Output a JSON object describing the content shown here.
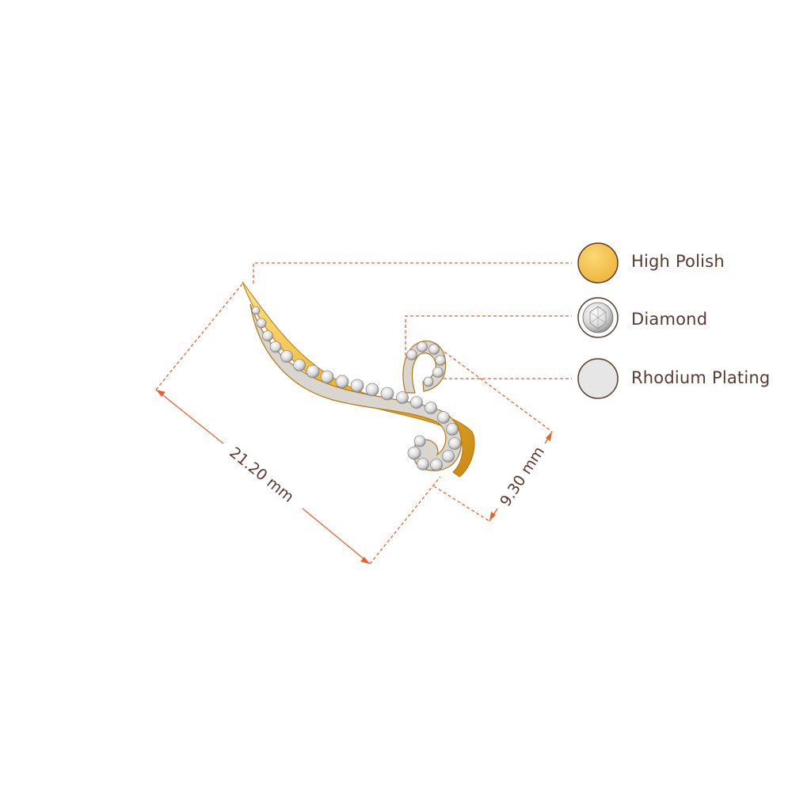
{
  "legend": {
    "items": [
      {
        "label": "High Polish",
        "swatch": "gold"
      },
      {
        "label": "Diamond",
        "swatch": "diamond"
      },
      {
        "label": "Rhodium Plating",
        "swatch": "rhodium"
      }
    ]
  },
  "dimensions": {
    "length": "21.20 mm",
    "height": "9.30 mm"
  },
  "colors": {
    "leader_line": "#e8622a",
    "text": "#5a3a2e",
    "gold": "#f3c24c",
    "gold_dark": "#c98a14",
    "rhodium": "#e6e6e6",
    "diamond_outline": "#5a3a2e"
  }
}
